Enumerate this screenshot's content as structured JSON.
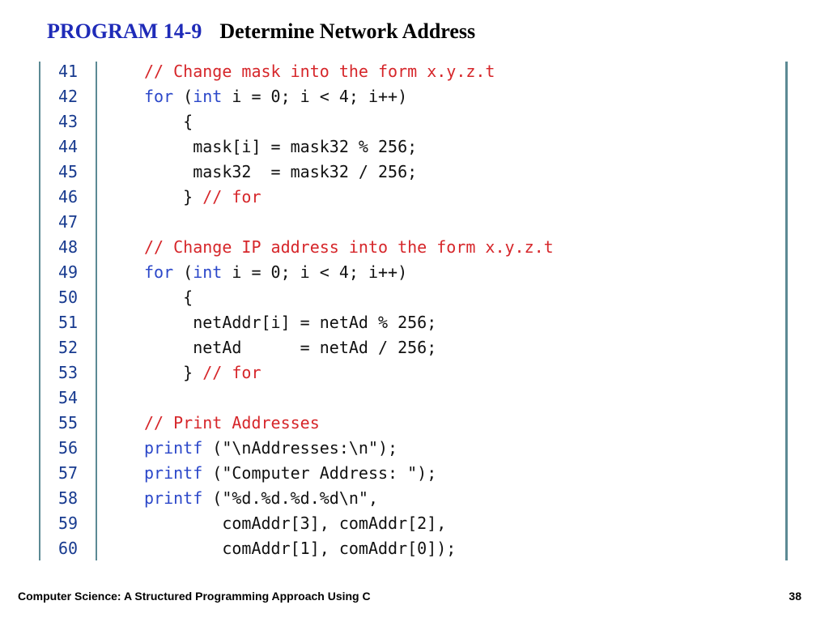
{
  "title": {
    "program": "PROGRAM 14-9",
    "description": "Determine Network Address"
  },
  "colors": {
    "title_accent": "#1f2bb8",
    "comment": "#d6262a",
    "keyword": "#2b47c9",
    "line_number": "#173a8f",
    "frame": "#5c8a94"
  },
  "code_lines": [
    {
      "num": "41",
      "tokens": [
        {
          "t": "comment",
          "v": "// Change mask into the form x.y.z.t"
        }
      ]
    },
    {
      "num": "42",
      "tokens": [
        {
          "t": "keyword",
          "v": "for"
        },
        {
          "t": "plain",
          "v": " ("
        },
        {
          "t": "keyword",
          "v": "int"
        },
        {
          "t": "plain",
          "v": " i = 0; i < 4; i++)"
        }
      ]
    },
    {
      "num": "43",
      "tokens": [
        {
          "t": "plain",
          "v": "    {"
        }
      ]
    },
    {
      "num": "44",
      "tokens": [
        {
          "t": "plain",
          "v": "     mask[i] = mask32 % 256;"
        }
      ]
    },
    {
      "num": "45",
      "tokens": [
        {
          "t": "plain",
          "v": "     mask32  = mask32 / 256;"
        }
      ]
    },
    {
      "num": "46",
      "tokens": [
        {
          "t": "plain",
          "v": "    } "
        },
        {
          "t": "comment",
          "v": "// for"
        }
      ]
    },
    {
      "num": "47",
      "tokens": []
    },
    {
      "num": "48",
      "tokens": [
        {
          "t": "comment",
          "v": "// Change IP address into the form x.y.z.t"
        }
      ]
    },
    {
      "num": "49",
      "tokens": [
        {
          "t": "keyword",
          "v": "for"
        },
        {
          "t": "plain",
          "v": " ("
        },
        {
          "t": "keyword",
          "v": "int"
        },
        {
          "t": "plain",
          "v": " i = 0; i < 4; i++)"
        }
      ]
    },
    {
      "num": "50",
      "tokens": [
        {
          "t": "plain",
          "v": "    {"
        }
      ]
    },
    {
      "num": "51",
      "tokens": [
        {
          "t": "plain",
          "v": "     netAddr[i] = netAd % 256;"
        }
      ]
    },
    {
      "num": "52",
      "tokens": [
        {
          "t": "plain",
          "v": "     netAd      = netAd / 256;"
        }
      ]
    },
    {
      "num": "53",
      "tokens": [
        {
          "t": "plain",
          "v": "    } "
        },
        {
          "t": "comment",
          "v": "// for"
        }
      ]
    },
    {
      "num": "54",
      "tokens": []
    },
    {
      "num": "55",
      "tokens": [
        {
          "t": "comment",
          "v": "// Print Addresses"
        }
      ]
    },
    {
      "num": "56",
      "tokens": [
        {
          "t": "keyword",
          "v": "printf"
        },
        {
          "t": "plain",
          "v": " (\"\\nAddresses:\\n\");"
        }
      ]
    },
    {
      "num": "57",
      "tokens": [
        {
          "t": "keyword",
          "v": "printf"
        },
        {
          "t": "plain",
          "v": " (\"Computer Address: \");"
        }
      ]
    },
    {
      "num": "58",
      "tokens": [
        {
          "t": "keyword",
          "v": "printf"
        },
        {
          "t": "plain",
          "v": " (\"%d.%d.%d.%d\\n\","
        }
      ]
    },
    {
      "num": "59",
      "tokens": [
        {
          "t": "plain",
          "v": "        comAddr[3], comAddr[2],"
        }
      ]
    },
    {
      "num": "60",
      "tokens": [
        {
          "t": "plain",
          "v": "        comAddr[1], comAddr[0]);"
        }
      ]
    }
  ],
  "footer": {
    "book": "Computer Science: A Structured Programming Approach Using C",
    "page": "38"
  }
}
